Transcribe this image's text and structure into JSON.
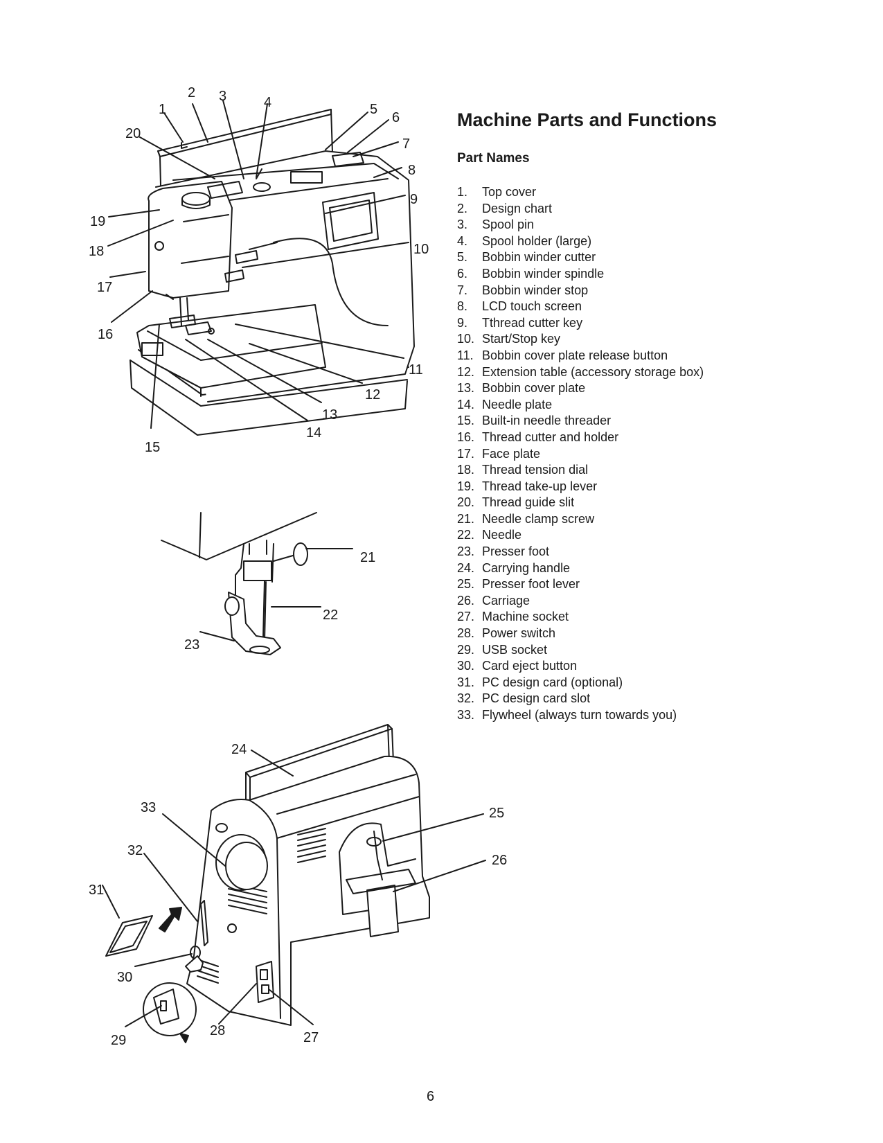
{
  "page": {
    "title": "Machine Parts and Functions",
    "subtitle": "Part Names",
    "page_number": "6"
  },
  "parts": [
    {
      "num": "1.",
      "label": "Top cover"
    },
    {
      "num": "2.",
      "label": "Design chart"
    },
    {
      "num": "3.",
      "label": "Spool pin"
    },
    {
      "num": "4.",
      "label": "Spool holder (large)"
    },
    {
      "num": "5.",
      "label": "Bobbin winder cutter"
    },
    {
      "num": "6.",
      "label": "Bobbin winder spindle"
    },
    {
      "num": "7.",
      "label": "Bobbin winder stop"
    },
    {
      "num": "8.",
      "label": "LCD touch screen"
    },
    {
      "num": "9.",
      "label": "Tthread cutter key"
    },
    {
      "num": "10.",
      "label": "Start/Stop key"
    },
    {
      "num": "11.",
      "label": "Bobbin cover plate release button"
    },
    {
      "num": "12.",
      "label": "Extension table (accessory storage box)"
    },
    {
      "num": "13.",
      "label": "Bobbin cover plate"
    },
    {
      "num": "14.",
      "label": "Needle plate"
    },
    {
      "num": "15.",
      "label": "Built-in needle threader"
    },
    {
      "num": "16.",
      "label": "Thread cutter and holder"
    },
    {
      "num": "17.",
      "label": "Face plate"
    },
    {
      "num": "18.",
      "label": "Thread tension dial"
    },
    {
      "num": "19.",
      "label": "Thread take-up lever"
    },
    {
      "num": "20.",
      "label": "Thread guide slit"
    },
    {
      "num": "21.",
      "label": "Needle clamp screw"
    },
    {
      "num": "22.",
      "label": "Needle"
    },
    {
      "num": "23.",
      "label": "Presser foot"
    },
    {
      "num": "24.",
      "label": "Carrying handle"
    },
    {
      "num": "25.",
      "label": "Presser foot lever"
    },
    {
      "num": "26.",
      "label": "Carriage"
    },
    {
      "num": "27.",
      "label": "Machine socket"
    },
    {
      "num": "28.",
      "label": "Power switch"
    },
    {
      "num": "29.",
      "label": "USB socket"
    },
    {
      "num": "30.",
      "label": "Card eject button"
    },
    {
      "num": "31.",
      "label": "PC design card (optional)"
    },
    {
      "num": "32.",
      "label": "PC design card slot"
    },
    {
      "num": "33.",
      "label": "Flywheel (always turn towards you)"
    }
  ],
  "callouts": {
    "front": [
      "1",
      "2",
      "3",
      "4",
      "5",
      "6",
      "7",
      "8",
      "9",
      "10",
      "11",
      "12",
      "13",
      "14",
      "15",
      "16",
      "17",
      "18",
      "19",
      "20"
    ],
    "needle": [
      "21",
      "22",
      "23"
    ],
    "rear": [
      "24",
      "25",
      "26",
      "27",
      "28",
      "29",
      "30",
      "31",
      "32",
      "33"
    ]
  }
}
